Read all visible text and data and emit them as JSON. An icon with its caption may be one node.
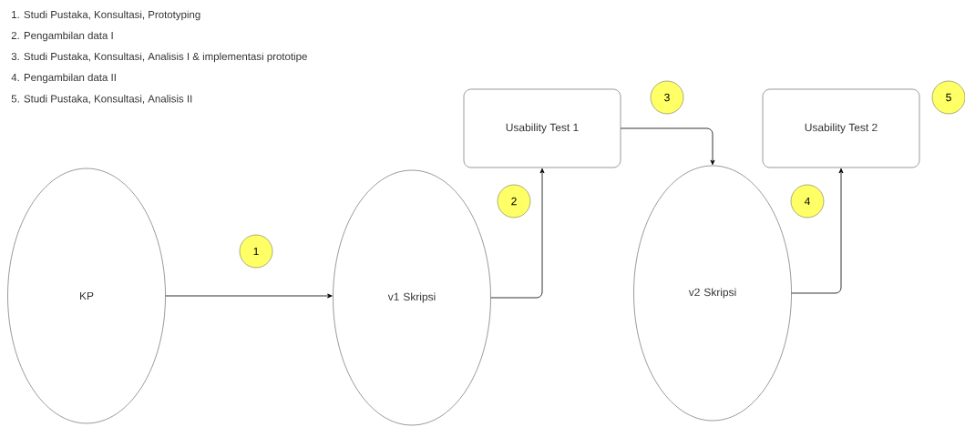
{
  "diagram": {
    "nodes": [
      {
        "text": [
          "KP"
        ]
      },
      {
        "text": [
          "v1 Skripsi"
        ]
      },
      {
        "text": [
          "Usability Test 1"
        ]
      },
      {
        "text": [
          "v2 Skripsi"
        ]
      },
      {
        "text": [
          "Usability Test 2"
        ]
      },
      {
        "text": [
          "1"
        ]
      },
      {
        "text": [
          "3"
        ]
      },
      {
        "text": [
          "5"
        ]
      },
      {
        "text": [
          "2"
        ]
      },
      {
        "text": [
          "4"
        ]
      }
    ],
    "edges": [
      {
        "from": 0,
        "to": 1,
        "arrow": "to"
      },
      {
        "from": 1,
        "to": 2,
        "arrow": "to"
      },
      {
        "from": 2,
        "to": 3,
        "arrow": "to"
      },
      {
        "from": 3,
        "to": 4,
        "arrow": "to"
      }
    ],
    "labels": [
      "1. Studi Pustaka, Konsultasi, Prototyping",
      "2. Pengambilan data I",
      "3. Studi Pustaka, Konsultasi, Analisis I & implementasi prototipe",
      "4. Pengambilan data II",
      "5. Studi Pustaka, Konsultasi, Analisis II"
    ]
  }
}
